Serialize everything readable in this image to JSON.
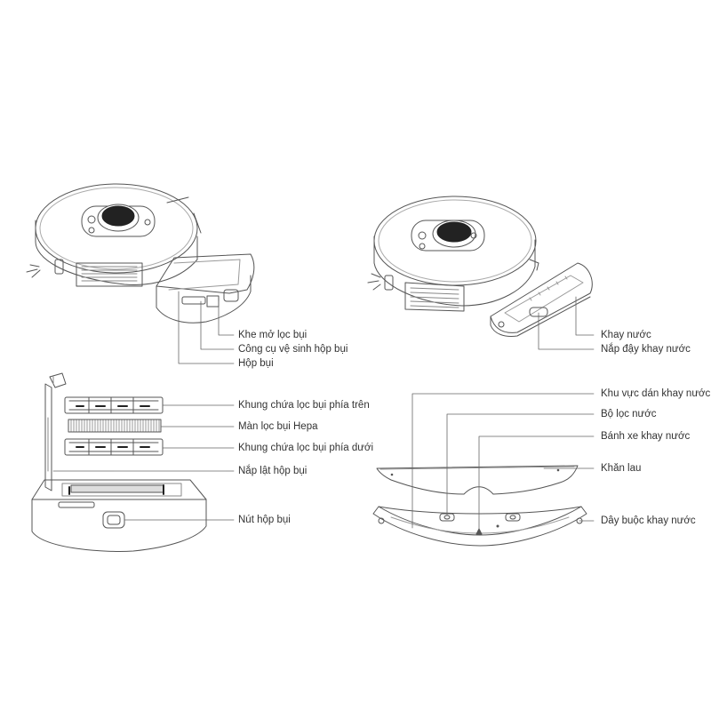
{
  "colors": {
    "line": "#666666",
    "label": "#333333",
    "background": "#ffffff"
  },
  "robot_left": {
    "labels": {
      "filter_opening": "Khe mở lọc bụi",
      "cleaning_tool": "Công cụ vệ sinh hộp bụi",
      "dust_box": "Hộp bụi"
    }
  },
  "robot_right": {
    "labels": {
      "water_tank": "Khay nước",
      "water_cap": "Nắp đậy khay nước"
    }
  },
  "dustbox_exploded": {
    "labels": {
      "upper_frame": "Khung chứa lọc bụi phía trên",
      "hepa": "Màn lọc bụi Hepa",
      "lower_frame": "Khung chứa lọc bụi phía dưới",
      "lid": "Nắp lật hộp bụi",
      "button": "Nút hộp bụi"
    }
  },
  "tank_exploded": {
    "labels": {
      "mount_area": "Khu vực dán khay nước",
      "water_filter": "Bộ lọc nước",
      "wheel": "Bánh xe khay nước",
      "mop": "Khăn lau",
      "strap": "Dây buộc khay nước"
    }
  }
}
